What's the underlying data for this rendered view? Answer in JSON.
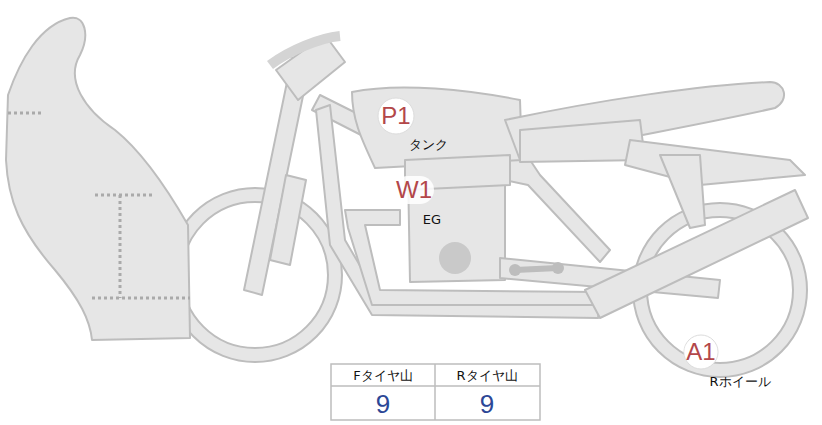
{
  "diagram": {
    "labels": [
      "P1",
      "タンク",
      "W1",
      "EG",
      "A1",
      "Rホイール",
      "Fタイヤ山",
      "Rタイヤ山",
      "9",
      "9"
    ]
  }
}
